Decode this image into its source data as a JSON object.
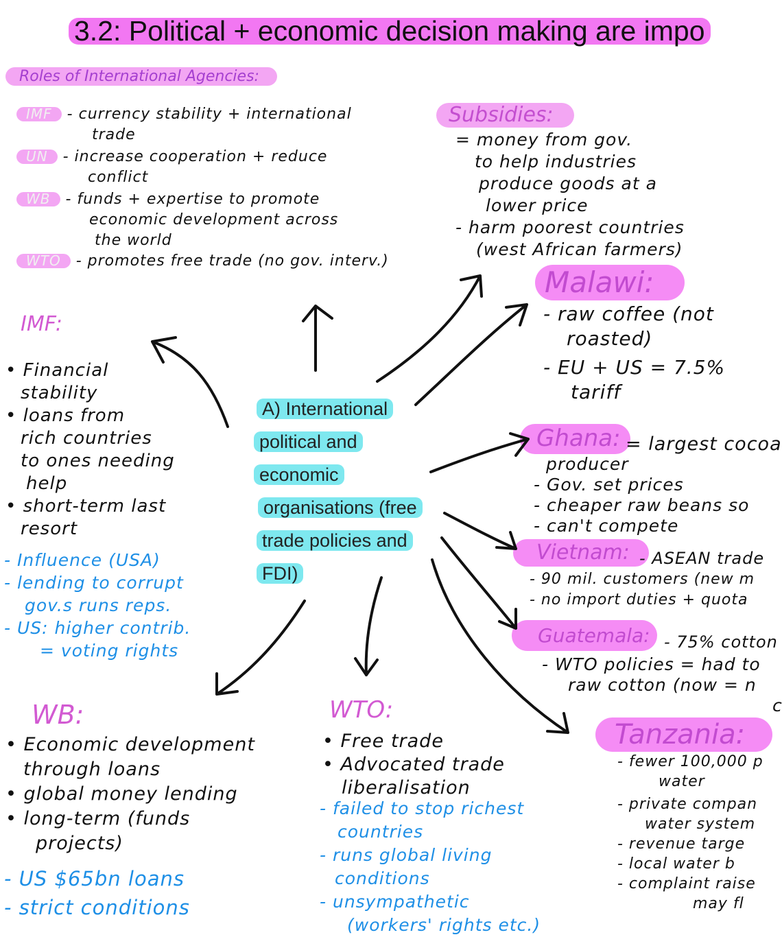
{
  "title": "3.2: Political + economic decision making are impo",
  "roles_heading": "Roles of International Agencies:",
  "roles": [
    {
      "tag": "IMF",
      "lines": [
        "- currency stability + international",
        "trade"
      ]
    },
    {
      "tag": "UN",
      "lines": [
        "- increase cooperation + reduce",
        "conflict"
      ]
    },
    {
      "tag": "WB",
      "lines": [
        "- funds + expertise to promote",
        "economic development across",
        "the world"
      ]
    },
    {
      "tag": "WTO",
      "lines": [
        "- promotes free trade (no gov. interv.)"
      ]
    }
  ],
  "subsidies": {
    "heading": "Subsidies:",
    "lines": [
      "= money from gov.",
      "to help industries",
      "produce goods at a",
      "lower price",
      "- harm poorest countries",
      "(west African farmers)"
    ]
  },
  "center": {
    "lines": [
      "A) International",
      "political and",
      "economic",
      "organisations (free",
      "trade policies and",
      "FDI)"
    ]
  },
  "imf": {
    "heading": "IMF:",
    "black_lines": [
      "• Financial",
      "stability",
      "• loans from",
      "rich countries",
      "to ones needing",
      "help",
      "• short-term last",
      "resort"
    ],
    "blue_lines": [
      "- Influence (USA)",
      "- lending to corrupt",
      "gov.s runs reps.",
      "- US: higher contrib.",
      "= voting rights"
    ]
  },
  "wb": {
    "heading": "WB:",
    "black_lines": [
      "• Economic development",
      "through loans",
      "• global money lending",
      "• long-term (funds",
      "projects)"
    ],
    "blue_lines": [
      "- US $65bn loans",
      "- strict conditions"
    ]
  },
  "wto": {
    "heading": "WTO:",
    "black_lines": [
      "• Free trade",
      "• Advocated trade",
      "liberalisation"
    ],
    "blue_lines": [
      "- failed to stop richest",
      "countries",
      "- runs global living",
      "conditions",
      "- unsympathetic",
      "(workers' rights etc.)"
    ]
  },
  "malawi": {
    "heading": "Malawi:",
    "lines": [
      "- raw coffee (not",
      "roasted)",
      "- EU + US = 7.5%",
      "tariff"
    ]
  },
  "ghana": {
    "heading": "Ghana:",
    "lines": [
      "= largest cocoa",
      "producer",
      "- Gov. set prices",
      "- cheaper raw beans so",
      "- can't compete"
    ]
  },
  "vietnam": {
    "heading": "Vietnam:",
    "lines": [
      "- ASEAN trade",
      "- 90 mil. customers (new m",
      "- no import duties + quota"
    ]
  },
  "guatemala": {
    "heading": "Guatemala:",
    "lines": [
      "- 75% cotton",
      "- WTO policies = had to",
      "raw cotton (now = n",
      "c"
    ]
  },
  "tanzania": {
    "heading": "Tanzania:",
    "lines": [
      "- fewer 100,000 p",
      "water",
      "- private compan",
      "water system",
      "- revenue targe",
      "- local water b",
      "- complaint raise",
      "may fl"
    ]
  },
  "colors": {
    "highlight_pink": "#f58cf5",
    "highlight_cyan": "#7ee8ef",
    "heading_pink": "#d25ad2",
    "note_blue": "#1e8fe6"
  }
}
